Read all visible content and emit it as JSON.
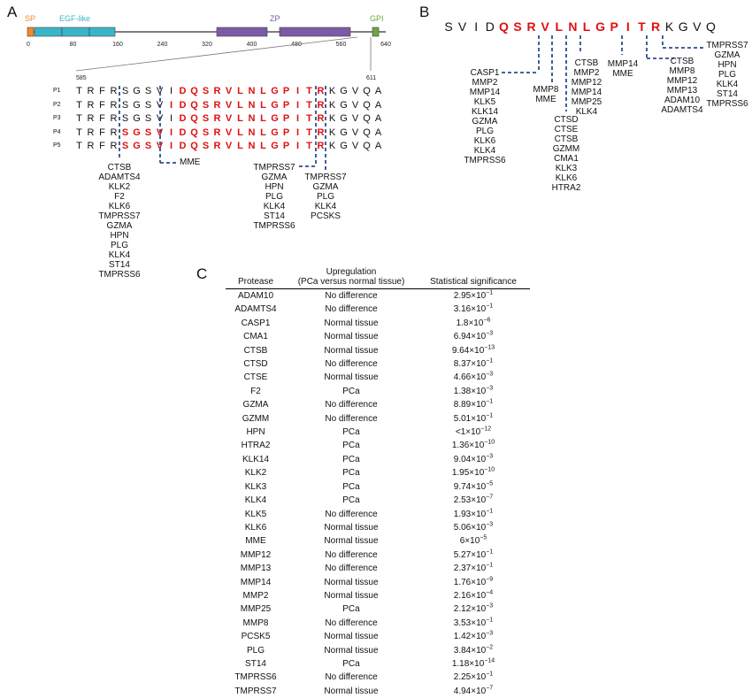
{
  "panels": {
    "a_label": "A",
    "b_label": "B",
    "c_label": "C"
  },
  "panel_a": {
    "domains": [
      {
        "label": "SP",
        "color": "#f08a28"
      },
      {
        "label": "EGF-like",
        "color": "#3bb4c8"
      },
      {
        "label": "ZP",
        "color": "#7c5ba6"
      },
      {
        "label": "GPI",
        "color": "#6aa83c"
      }
    ],
    "axis_ticks": [
      "0",
      "80",
      "160",
      "240",
      "320",
      "400",
      "480",
      "560",
      "640"
    ],
    "zoom_start": "585",
    "zoom_end": "611",
    "rows": [
      {
        "label": "P1",
        "chars": [
          "T",
          "R",
          "F",
          "R",
          "S",
          "G",
          "S",
          "V",
          "I",
          "D",
          "Q",
          "S",
          "R",
          "V",
          "L",
          "N",
          "L",
          "G",
          "P",
          "I",
          "T",
          "R",
          "K",
          "G",
          "V",
          "Q",
          "A"
        ],
        "red": [
          9,
          10,
          11,
          12,
          13,
          14,
          15,
          16,
          17,
          18,
          19,
          20,
          21
        ]
      },
      {
        "label": "P2",
        "chars": [
          "T",
          "R",
          "F",
          "R",
          "S",
          "G",
          "S",
          "V",
          "I",
          "D",
          "Q",
          "S",
          "R",
          "V",
          "L",
          "N",
          "L",
          "G",
          "P",
          "I",
          "T",
          "R",
          "K",
          "G",
          "V",
          "Q",
          "A"
        ],
        "red": [
          8,
          9,
          10,
          11,
          12,
          13,
          14,
          15,
          16,
          17,
          18,
          19,
          20,
          21
        ]
      },
      {
        "label": "P3",
        "chars": [
          "T",
          "R",
          "F",
          "R",
          "S",
          "G",
          "S",
          "V",
          "I",
          "D",
          "Q",
          "S",
          "R",
          "V",
          "L",
          "N",
          "L",
          "G",
          "P",
          "I",
          "T",
          "R",
          "K",
          "G",
          "V",
          "Q",
          "A"
        ],
        "red": [
          9,
          10,
          11,
          12,
          13,
          14,
          15,
          16,
          17,
          18,
          19,
          20,
          21
        ]
      },
      {
        "label": "P4",
        "chars": [
          "T",
          "R",
          "F",
          "R",
          "S",
          "G",
          "S",
          "V",
          "I",
          "D",
          "Q",
          "S",
          "R",
          "V",
          "L",
          "N",
          "L",
          "G",
          "P",
          "I",
          "T",
          "R",
          "K",
          "G",
          "V",
          "Q",
          "A"
        ],
        "red": [
          4,
          5,
          6,
          7,
          8,
          9,
          10,
          11,
          12,
          13,
          14,
          15,
          16,
          17,
          18,
          19,
          20,
          21
        ]
      },
      {
        "label": "P5",
        "chars": [
          "T",
          "R",
          "F",
          "R",
          "S",
          "G",
          "S",
          "V",
          "I",
          "D",
          "Q",
          "S",
          "R",
          "V",
          "L",
          "N",
          "L",
          "G",
          "P",
          "I",
          "T",
          "R",
          "K",
          "G",
          "V",
          "Q",
          "A"
        ],
        "red": [
          4,
          5,
          6,
          7,
          8,
          9,
          10,
          11,
          12,
          13,
          14,
          15,
          16,
          17,
          18,
          19,
          20,
          21
        ]
      }
    ],
    "group_left": [
      "CTSB",
      "ADAMTS4",
      "KLK2",
      "F2",
      "KLK6",
      "TMPRSS7",
      "GZMA",
      "HPN",
      "PLG",
      "KLK4",
      "ST14",
      "TMPRSS6"
    ],
    "group_mme": "MME",
    "group_tmprss7_a": [
      "TMPRSS7",
      "GZMA",
      "HPN",
      "PLG",
      "KLK4",
      "ST14",
      "TMPRSS6"
    ],
    "group_tmprss7_b": [
      "TMPRSS7",
      "GZMA",
      "PLG",
      "KLK4",
      "PCSKS"
    ]
  },
  "panel_b": {
    "chars": [
      "S",
      "V",
      "I",
      "D",
      "Q",
      "S",
      "R",
      "V",
      "L",
      "N",
      "L",
      "G",
      "P",
      "I",
      "T",
      "R",
      "K",
      "G",
      "V",
      "Q"
    ],
    "red": [
      4,
      5,
      6,
      7,
      8,
      9,
      10,
      11,
      12,
      13,
      14,
      15
    ],
    "g_casp1": [
      "CASP1",
      "MMP2",
      "MMP14",
      "KLK5",
      "KLK14",
      "GZMA",
      "PLG",
      "KLK6",
      "KLK4",
      "TMPRSS6"
    ],
    "g_mmp8": [
      "MMP8",
      "MME"
    ],
    "g_ctsb": [
      "CTSB",
      "MMP2",
      "MMP12",
      "MMP14",
      "MMP25",
      "KLK4"
    ],
    "g_ctsd": [
      "CTSD",
      "CTSE",
      "CTSB",
      "GZMM",
      "CMA1",
      "KLK3",
      "KLK6",
      "HTRA2"
    ],
    "g_mmp14": [
      "MMP14",
      "MME"
    ],
    "g_ctsb2": [
      "CTSB",
      "MMP8",
      "MMP12",
      "MMP13",
      "ADAM10",
      "ADAMTS4"
    ],
    "g_tmprss7": [
      "TMPRSS7",
      "GZMA",
      "HPN",
      "PLG",
      "KLK4",
      "ST14",
      "TMPRSS6"
    ]
  },
  "table": {
    "headers": {
      "protease": "Protease",
      "upregulation_line1": "Upregulation",
      "upregulation_line2": "(PCa versus normal tissue)",
      "significance": "Statistical significance"
    },
    "rows": [
      {
        "protease": "ADAM10",
        "upregulation": "No difference",
        "base": "2.95×10",
        "exp": "−1"
      },
      {
        "protease": "ADAMTS4",
        "upregulation": "No difference",
        "base": "3.16×10",
        "exp": "−1"
      },
      {
        "protease": "CASP1",
        "upregulation": "Normal tissue",
        "base": "1.8×10",
        "exp": "−6"
      },
      {
        "protease": "CMA1",
        "upregulation": "Normal tissue",
        "base": "6.94×10",
        "exp": "−3"
      },
      {
        "protease": "CTSB",
        "upregulation": "Normal tissue",
        "base": "9.64×10",
        "exp": "−13"
      },
      {
        "protease": "CTSD",
        "upregulation": "No difference",
        "base": "8.37×10",
        "exp": "−1"
      },
      {
        "protease": "CTSE",
        "upregulation": "Normal tissue",
        "base": "4.66×10",
        "exp": "−3"
      },
      {
        "protease": "F2",
        "upregulation": "PCa",
        "base": "1.38×10",
        "exp": "−3"
      },
      {
        "protease": "GZMA",
        "upregulation": "No difference",
        "base": "8.89×10",
        "exp": "−1"
      },
      {
        "protease": "GZMM",
        "upregulation": "No difference",
        "base": "5.01×10",
        "exp": "−1"
      },
      {
        "protease": "HPN",
        "upregulation": "PCa",
        "base": "<1×10",
        "exp": "−12"
      },
      {
        "protease": "HTRA2",
        "upregulation": "PCa",
        "base": "1.36×10",
        "exp": "−10"
      },
      {
        "protease": "KLK14",
        "upregulation": "PCa",
        "base": "9.04×10",
        "exp": "−3"
      },
      {
        "protease": "KLK2",
        "upregulation": "PCa",
        "base": "1.95×10",
        "exp": "−10"
      },
      {
        "protease": "KLK3",
        "upregulation": "PCa",
        "base": "9.74×10",
        "exp": "−5"
      },
      {
        "protease": "KLK4",
        "upregulation": "PCa",
        "base": "2.53×10",
        "exp": "−7"
      },
      {
        "protease": "KLK5",
        "upregulation": "No difference",
        "base": "1.93×10",
        "exp": "−1"
      },
      {
        "protease": "KLK6",
        "upregulation": "Normal tissue",
        "base": "5.06×10",
        "exp": "−3"
      },
      {
        "protease": "MME",
        "upregulation": "Normal tissue",
        "base": "6×10",
        "exp": "−5"
      },
      {
        "protease": "MMP12",
        "upregulation": "No difference",
        "base": "5.27×10",
        "exp": "−1"
      },
      {
        "protease": "MMP13",
        "upregulation": "No difference",
        "base": "2.37×10",
        "exp": "−1"
      },
      {
        "protease": "MMP14",
        "upregulation": "Normal tissue",
        "base": "1.76×10",
        "exp": "−9"
      },
      {
        "protease": "MMP2",
        "upregulation": "Normal tissue",
        "base": "2.16×10",
        "exp": "−4"
      },
      {
        "protease": "MMP25",
        "upregulation": "PCa",
        "base": "2.12×10",
        "exp": "−3"
      },
      {
        "protease": "MMP8",
        "upregulation": "No difference",
        "base": "3.53×10",
        "exp": "−1"
      },
      {
        "protease": "PCSK5",
        "upregulation": "Normal tissue",
        "base": "1.42×10",
        "exp": "−3"
      },
      {
        "protease": "PLG",
        "upregulation": "Normal tissue",
        "base": "3.84×10",
        "exp": "−2"
      },
      {
        "protease": "ST14",
        "upregulation": "PCa",
        "base": "1.18×10",
        "exp": "−14"
      },
      {
        "protease": "TMPRSS6",
        "upregulation": "No difference",
        "base": "2.25×10",
        "exp": "−1"
      },
      {
        "protease": "TMPRSS7",
        "upregulation": "Normal tissue",
        "base": "4.94×10",
        "exp": "−7"
      }
    ]
  }
}
